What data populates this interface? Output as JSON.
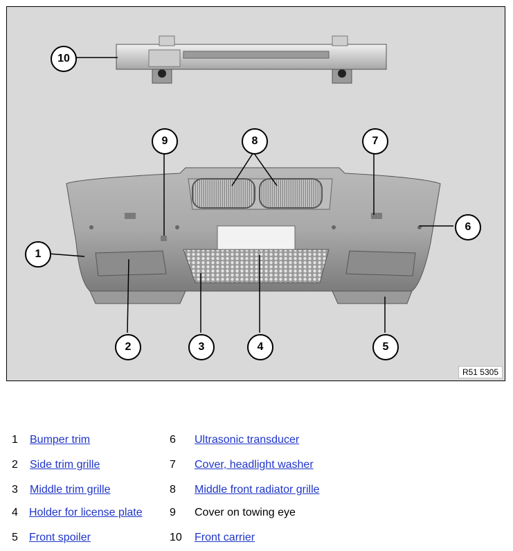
{
  "figure": {
    "reference": "R51 5305",
    "callouts": [
      "1",
      "2",
      "3",
      "4",
      "5",
      "6",
      "7",
      "8",
      "9",
      "10"
    ]
  },
  "legend": [
    {
      "num": "1",
      "label": "Bumper trim",
      "link": true
    },
    {
      "num": "2",
      "label": "Side trim grille",
      "link": true
    },
    {
      "num": "3",
      "label": "Middle trim grille",
      "link": true
    },
    {
      "num": "4",
      "label": "Holder for license plate",
      "link": true
    },
    {
      "num": "5",
      "label": "Front spoiler",
      "link": true
    },
    {
      "num": "6",
      "label": "Ultrasonic transducer",
      "link": true
    },
    {
      "num": "7",
      "label": "Cover, headlight washer",
      "link": true
    },
    {
      "num": "8",
      "label": "Middle front radiator grille",
      "link": true
    },
    {
      "num": "9",
      "label": "Cover on towing eye",
      "link": false
    },
    {
      "num": "10",
      "label": "Front carrier",
      "link": true
    }
  ],
  "colors": {
    "link": "#1f35c8",
    "figure_bg": "#d9d9d9"
  }
}
